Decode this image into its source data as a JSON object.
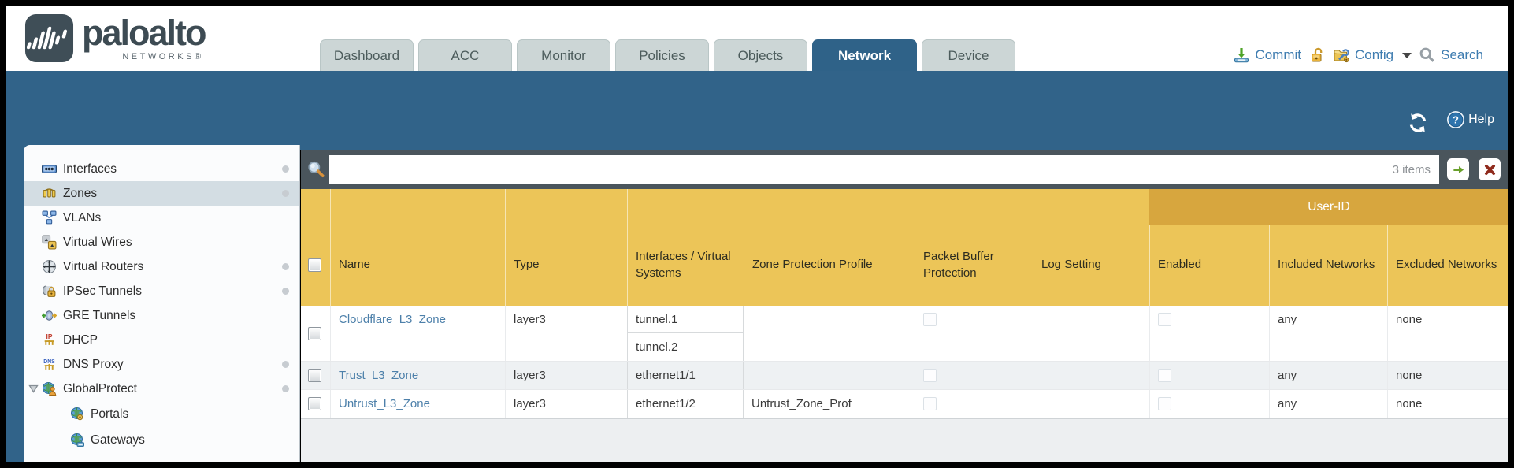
{
  "header": {
    "logo": {
      "brand": "paloalto",
      "sub": "NETWORKS®"
    },
    "tabs": [
      {
        "label": "Dashboard",
        "active": false
      },
      {
        "label": "ACC",
        "active": false
      },
      {
        "label": "Monitor",
        "active": false
      },
      {
        "label": "Policies",
        "active": false
      },
      {
        "label": "Objects",
        "active": false
      },
      {
        "label": "Network",
        "active": true
      },
      {
        "label": "Device",
        "active": false
      }
    ],
    "actions": {
      "commit_label": "Commit",
      "config_label": "Config",
      "search_label": "Search"
    }
  },
  "band": {
    "help_label": "Help"
  },
  "sidebar": {
    "items": [
      {
        "label": "Interfaces",
        "icon": "interfaces-icon",
        "dot": true
      },
      {
        "label": "Zones",
        "icon": "zones-icon",
        "dot": true,
        "selected": true
      },
      {
        "label": "VLANs",
        "icon": "vlans-icon",
        "dot": false
      },
      {
        "label": "Virtual Wires",
        "icon": "virtual-wires-icon",
        "dot": false
      },
      {
        "label": "Virtual Routers",
        "icon": "virtual-routers-icon",
        "dot": true
      },
      {
        "label": "IPSec Tunnels",
        "icon": "ipsec-tunnels-icon",
        "dot": true
      },
      {
        "label": "GRE Tunnels",
        "icon": "gre-tunnels-icon",
        "dot": false
      },
      {
        "label": "DHCP",
        "icon": "dhcp-icon",
        "dot": false
      },
      {
        "label": "DNS Proxy",
        "icon": "dns-proxy-icon",
        "dot": true
      },
      {
        "label": "GlobalProtect",
        "icon": "globalprotect-icon",
        "dot": true,
        "expanded": true
      },
      {
        "label": "Portals",
        "icon": "portals-icon",
        "child": true
      },
      {
        "label": "Gateways",
        "icon": "gateways-icon",
        "child": true
      }
    ]
  },
  "filter": {
    "value": "",
    "count_label": "3 items"
  },
  "table": {
    "user_id_group_label": "User-ID",
    "columns": [
      "Name",
      "Type",
      "Interfaces / Virtual Systems",
      "Zone Protection Profile",
      "Packet Buffer Protection",
      "Log Setting",
      "Enabled",
      "Included Networks",
      "Excluded Networks"
    ],
    "rows": [
      {
        "name": "Cloudflare_L3_Zone",
        "type": "layer3",
        "interfaces": [
          "tunnel.1",
          "tunnel.2"
        ],
        "zone_protection_profile": "",
        "packet_buffer_protection": false,
        "log_setting": "",
        "enabled": false,
        "included_networks": "any",
        "excluded_networks": "none"
      },
      {
        "name": "Trust_L3_Zone",
        "type": "layer3",
        "interfaces": [
          "ethernet1/1"
        ],
        "zone_protection_profile": "",
        "packet_buffer_protection": false,
        "log_setting": "",
        "enabled": false,
        "included_networks": "any",
        "excluded_networks": "none"
      },
      {
        "name": "Untrust_L3_Zone",
        "type": "layer3",
        "interfaces": [
          "ethernet1/2"
        ],
        "zone_protection_profile": "Untrust_Zone_Prof",
        "packet_buffer_protection": false,
        "log_setting": "",
        "enabled": false,
        "included_networks": "any",
        "excluded_networks": "none"
      }
    ]
  },
  "colors": {
    "accent_teal": "#316389",
    "filter_bar": "#4a555c",
    "header_gold": "#ecc558",
    "userid_gold": "#d7a63e",
    "link_blue": "#4d80aa"
  }
}
